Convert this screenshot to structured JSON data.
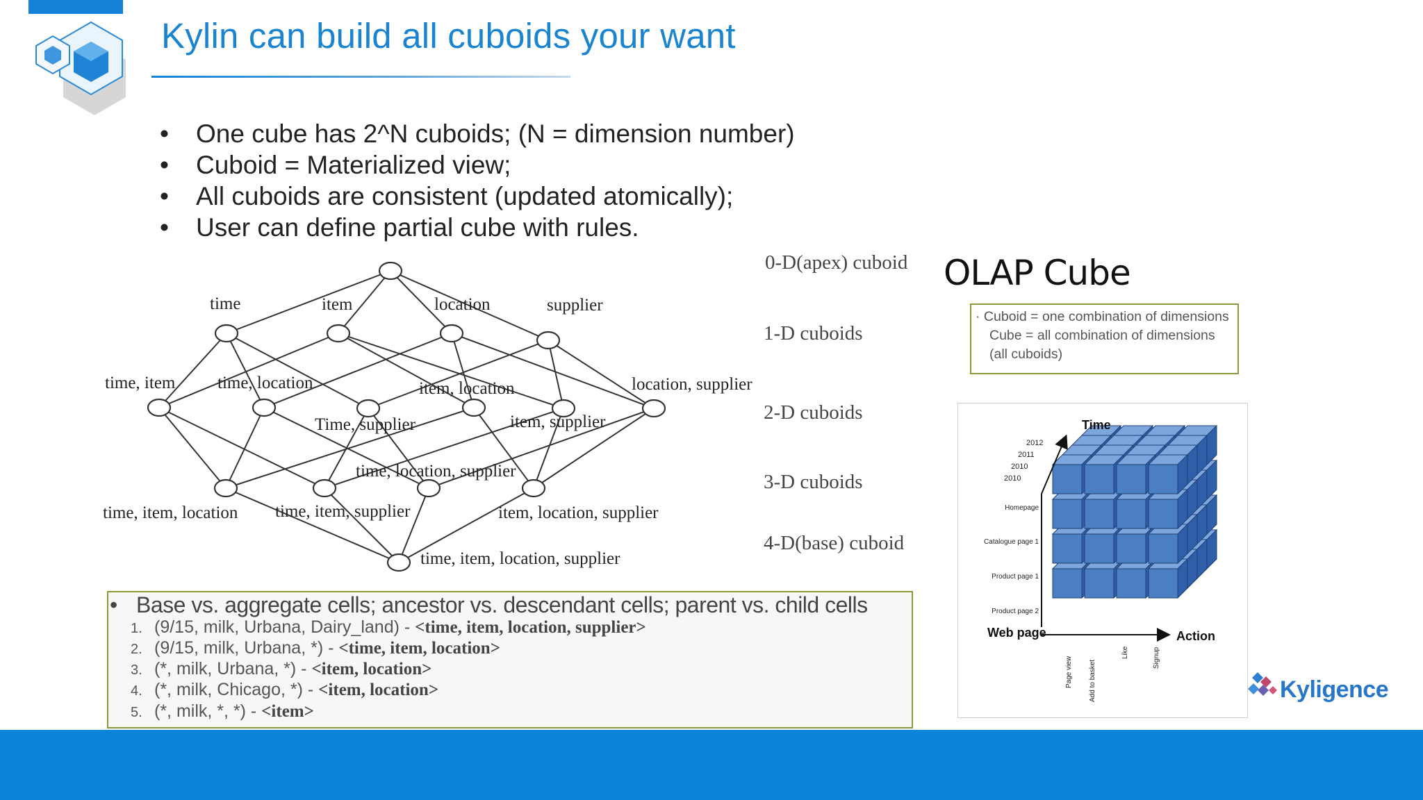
{
  "slide": {
    "title": "Kylin can build all cuboids your want",
    "bullets": [
      "One cube has 2^N cuboids; (N = dimension number)",
      "Cuboid  = Materialized view;",
      "All cuboids are consistent (updated atomically);",
      "User can define partial cube with rules."
    ],
    "bullet_char": "•"
  },
  "lattice": {
    "apex": "",
    "level1": [
      "time",
      "item",
      "location",
      "supplier"
    ],
    "level2": [
      "time, item",
      "time, location",
      "Time, supplier",
      "item, location",
      "item, supplier",
      "location, supplier"
    ],
    "level3": [
      "time, item, location",
      "time, item, supplier",
      "time, location, supplier",
      "item, location, supplier"
    ],
    "base": "time, item, location, supplier",
    "level_labels": [
      "0-D(apex) cuboid",
      "1-D cuboids",
      "2-D cuboids",
      "3-D cuboids",
      "4-D(base) cuboid"
    ]
  },
  "olap": {
    "title": "OLAP Cube",
    "definitions": [
      "Cuboid = one combination of dimensions",
      "Cube = all combination of dimensions",
      "(all cuboids)"
    ],
    "figure": {
      "time_axis": "Time",
      "years": [
        "2012",
        "2011",
        "2010",
        "2010"
      ],
      "web_pages": [
        "Homepage",
        "Catalogue page 1",
        "Product page 1",
        "Product page 2"
      ],
      "web_page_axis": "Web page",
      "action_axis": "Action",
      "actions": [
        "Page view",
        "Add to basket",
        "Like",
        "Signup"
      ]
    }
  },
  "cells": {
    "heading": "Base vs. aggregate cells; ancestor vs. descendant cells; parent vs. child cells",
    "items": [
      {
        "num": "1.",
        "tuple": "(9/15, milk, Urbana, Dairy_land)",
        "sep": " - ",
        "cuboid": "<time, item, location, supplier>"
      },
      {
        "num": "2.",
        "tuple": "(9/15, milk, Urbana, *)",
        "sep": "  - ",
        "cuboid": "<time, item, location>"
      },
      {
        "num": "3.",
        "tuple": "(*, milk, Urbana, *)",
        "sep": "  - ",
        "cuboid": "<item, location>"
      },
      {
        "num": "4.",
        "tuple": "(*, milk, Chicago, *)",
        "sep": " - ",
        "cuboid": "<item, location>"
      },
      {
        "num": "5.",
        "tuple": "(*, milk, *, *)",
        "sep": "  - ",
        "cuboid": "<item>"
      }
    ]
  },
  "brand": {
    "name": "Kyligence"
  },
  "colors": {
    "accent": "#1582d7",
    "title": "#1a84d0",
    "box_border": "#8a9a3a",
    "cube_blue": "#4a7fc4"
  }
}
